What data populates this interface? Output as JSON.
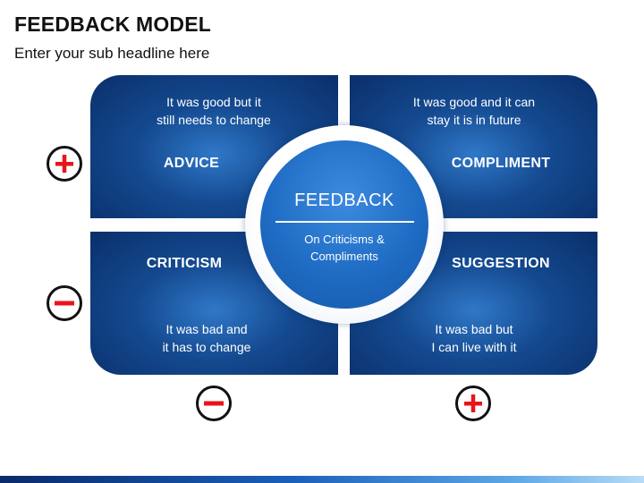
{
  "header": {
    "title": "FEEDBACK MODEL",
    "subtitle": "Enter your sub headline here"
  },
  "center": {
    "title": "FEEDBACK",
    "text": "On Criticisms &\nCompliments"
  },
  "quadrants": {
    "advice": {
      "label": "ADVICE",
      "text": "It was good but it\nstill needs to change"
    },
    "compliment": {
      "label": "COMPLIMENT",
      "text": "It was good and it can\nstay it is in future"
    },
    "criticism": {
      "label": "CRITICISM",
      "text": "It was bad and\nit has to change"
    },
    "suggestion": {
      "label": "SUGGESTION",
      "text": "It was bad but\nI can live with it"
    }
  },
  "signs": {
    "left_top": "plus-icon",
    "left_bottom": "minus-icon",
    "bottom_left": "minus-icon",
    "bottom_right": "plus-icon"
  },
  "colors": {
    "quadrant_dark": "#0a2f6a",
    "quadrant_light": "#2f78c8",
    "center_blue": "#1f6cc4",
    "sign_red": "#e8141b"
  }
}
